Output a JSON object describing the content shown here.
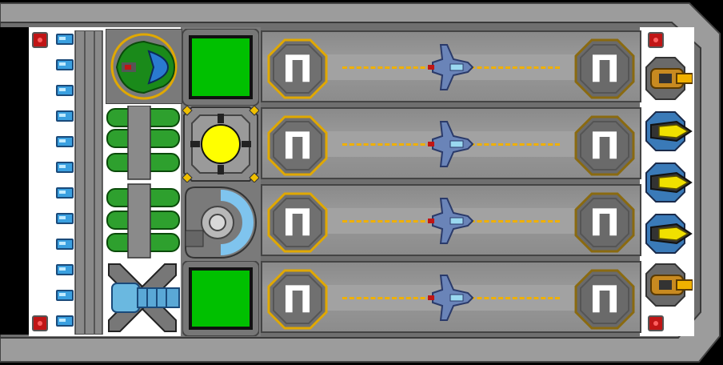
{
  "scene": "ship-hangar-layout",
  "colors": {
    "hull": "#9a9a9a",
    "hull_edge": "#5a5a5a",
    "lane": "#8c8c8c",
    "stripe": "#f0b000",
    "green_module": "#00c000",
    "power_core": "#ffff00",
    "battery": "#3aa0e0",
    "warning_cap": "#c01515",
    "gold_trim": "#e0a800"
  },
  "icons": {
    "landing_pad": "pi-glyph",
    "fighter": "blue-fighter-ship",
    "turret_gold": "gold-cannon-turret",
    "turret_blue": "blue-yellow-laser-turret"
  },
  "lanes": [
    {
      "pad_left": "Π",
      "pad_right": "Π"
    },
    {
      "pad_left": "Π",
      "pad_right": "Π"
    },
    {
      "pad_left": "Π",
      "pad_right": "Π"
    },
    {
      "pad_left": "Π",
      "pad_right": "Π"
    }
  ],
  "turrets": [
    {
      "kind": "turret_gold"
    },
    {
      "kind": "turret_blue"
    },
    {
      "kind": "turret_blue"
    },
    {
      "kind": "turret_blue"
    },
    {
      "kind": "turret_gold"
    }
  ],
  "battery_count": 12
}
